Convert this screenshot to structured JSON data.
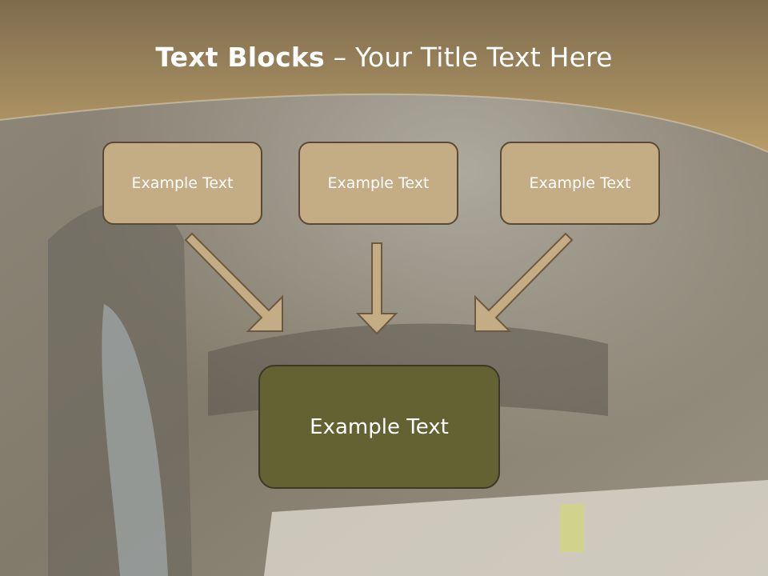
{
  "slide": {
    "title_bold": "Text Blocks",
    "title_sep": " – ",
    "title_rest": "Your Title Text Here"
  },
  "blocks": [
    {
      "label": "Example Text"
    },
    {
      "label": "Example Text"
    },
    {
      "label": "Example Text"
    }
  ],
  "target_block": {
    "label": "Example Text"
  },
  "colors": {
    "header_band": "#9c8157",
    "block_fill": "#c4ac84",
    "block_border": "#5a4a35",
    "target_fill": "#646133",
    "arrow_fill": "#c4ac84",
    "arrow_stroke": "#6b5a40"
  }
}
